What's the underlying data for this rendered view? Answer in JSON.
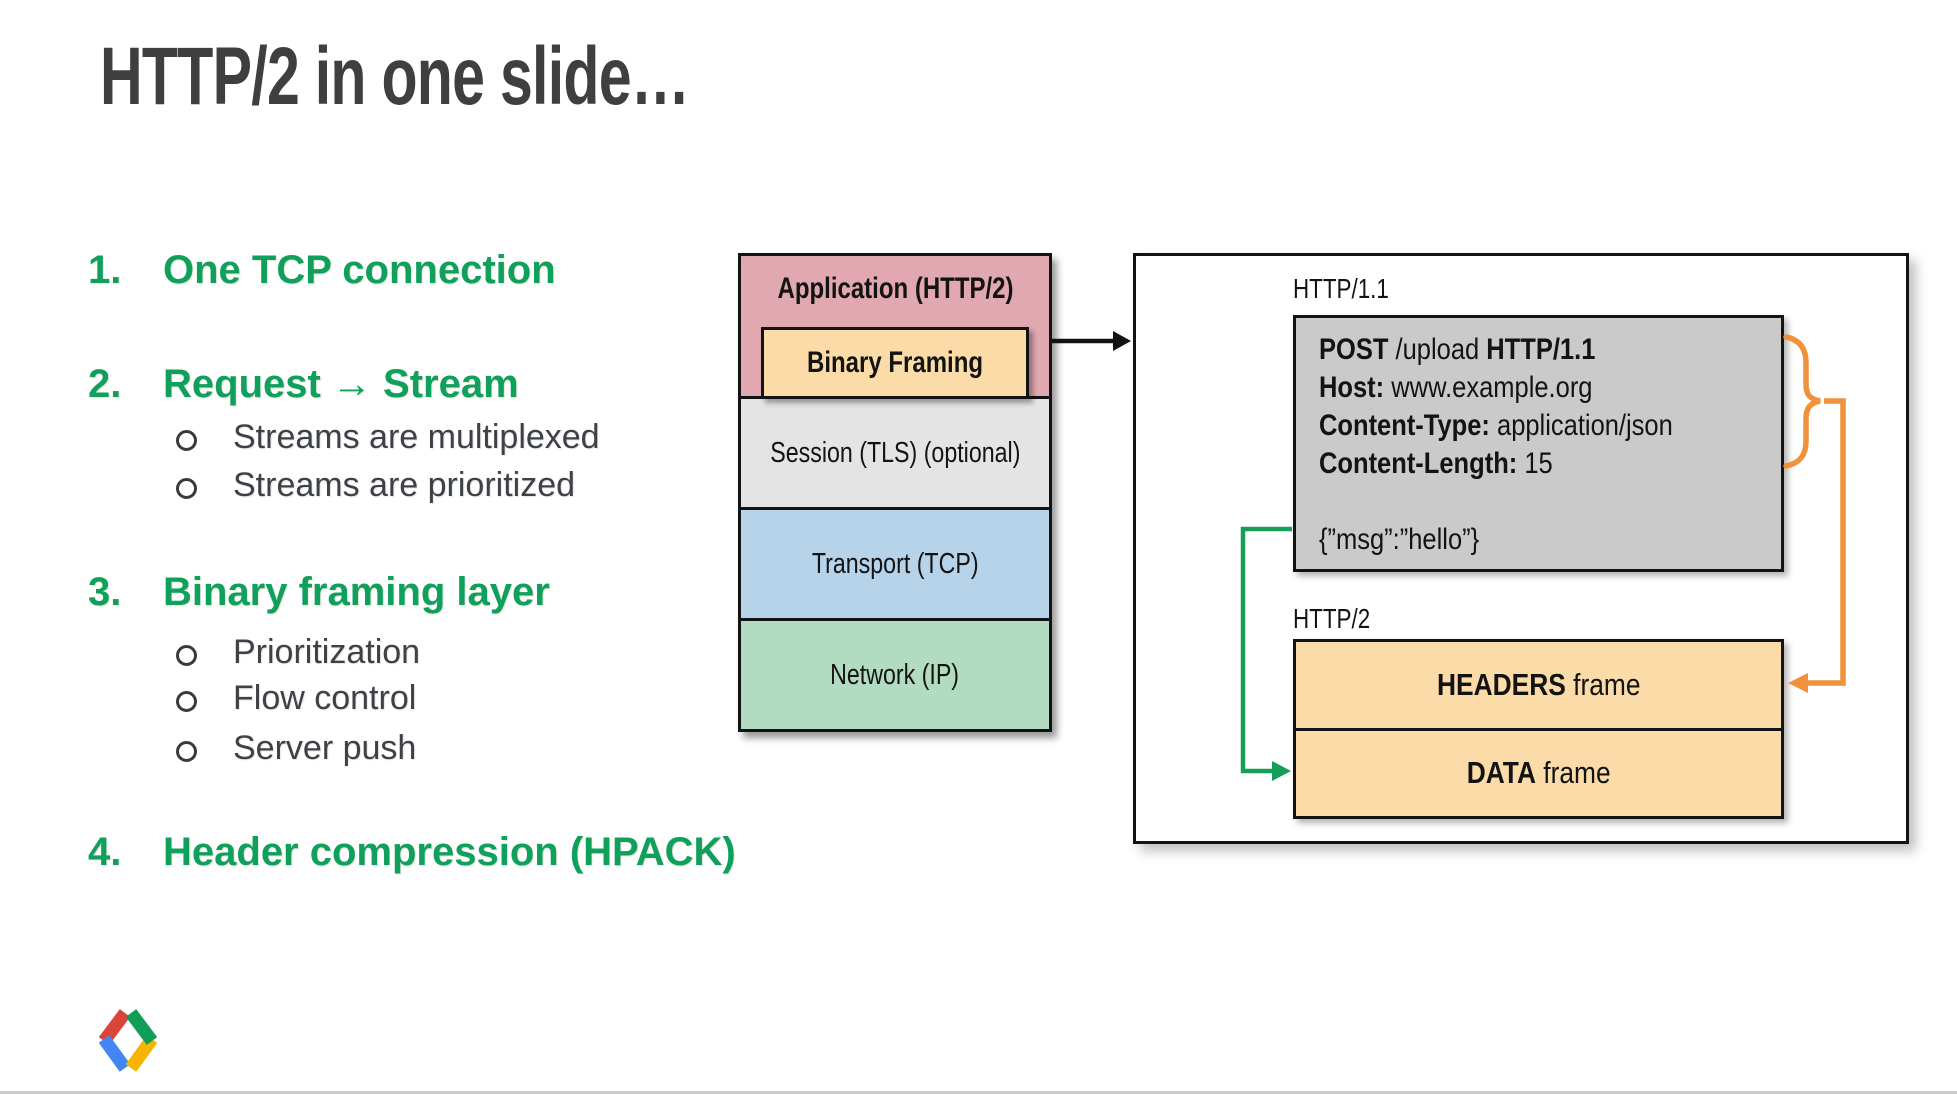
{
  "slide": {
    "title_main": "HTTP/2 in one slide",
    "title_dots": "…"
  },
  "list": {
    "items": [
      {
        "number": "1.",
        "label": "One TCP connection",
        "subs": []
      },
      {
        "number": "2.",
        "label": "Request → Stream",
        "subs": [
          "Streams are multiplexed",
          "Streams are prioritized"
        ]
      },
      {
        "number": "3.",
        "label": "Binary framing layer",
        "subs": [
          "Prioritization",
          "Flow control",
          "Server push"
        ]
      },
      {
        "number": "4.",
        "label": "Header compression (HPACK)",
        "subs": []
      }
    ]
  },
  "stack": {
    "layers": {
      "application": {
        "label": "Application (HTTP/2)",
        "color": "#e1a8b1"
      },
      "binary_framing": {
        "label": "Binary Framing",
        "color": "#fbdca9"
      },
      "session": {
        "label": "Session (TLS) (optional)",
        "color": "#e4e4e4"
      },
      "transport": {
        "label": "Transport (TCP)",
        "color": "#b6d3ea"
      },
      "network": {
        "label": "Network (IP)",
        "color": "#b2dcc1"
      }
    }
  },
  "panel": {
    "http11_label": "HTTP/1.1",
    "http2_label": "HTTP/2",
    "request": {
      "lines": [
        [
          {
            "t": "POST",
            "b": 1
          },
          {
            "t": " /upload ",
            "b": 0
          },
          {
            "t": "HTTP/1.1",
            "b": 1
          }
        ],
        [
          {
            "t": "Host:",
            "b": 1
          },
          {
            "t": " www.example.org",
            "b": 0
          }
        ],
        [
          {
            "t": "Content-Type:",
            "b": 1
          },
          {
            "t": " application/json",
            "b": 0
          }
        ],
        [
          {
            "t": "Content-Length:",
            "b": 1
          },
          {
            "t": " 15",
            "b": 0
          }
        ],
        [],
        [
          {
            "t": "{”msg”:”hello”}",
            "b": 0
          }
        ]
      ]
    },
    "frames": [
      {
        "parts": [
          {
            "t": "HEADERS",
            "b": 1
          },
          {
            "t": " frame",
            "b": 0
          }
        ]
      },
      {
        "parts": [
          {
            "t": "DATA",
            "b": 1
          },
          {
            "t": " frame",
            "b": 0
          }
        ]
      }
    ]
  },
  "connectors": {
    "black_arrow": "binary-framing-to-panel",
    "orange_brace_and_arrow": "http11-headers-to-headers-frame",
    "green_arrow": "http11-body-to-data-frame"
  },
  "logo": {
    "name": "google-developers-logo",
    "colors": {
      "red": "#db4437",
      "blue": "#4285f4",
      "green": "#0f9d58",
      "yellow": "#f4b400"
    }
  },
  "colors": {
    "list_green": "#0fa05c",
    "title_gray": "#3f3f3f",
    "sub_text": "#3e4145",
    "stack_border": "#131313",
    "request_box_gray": "#cacaca",
    "frame_tan": "#fbdca9",
    "orange_connector": "#f0913b",
    "green_connector": "#149e57",
    "bottom_rule": "#cbcbcb"
  }
}
